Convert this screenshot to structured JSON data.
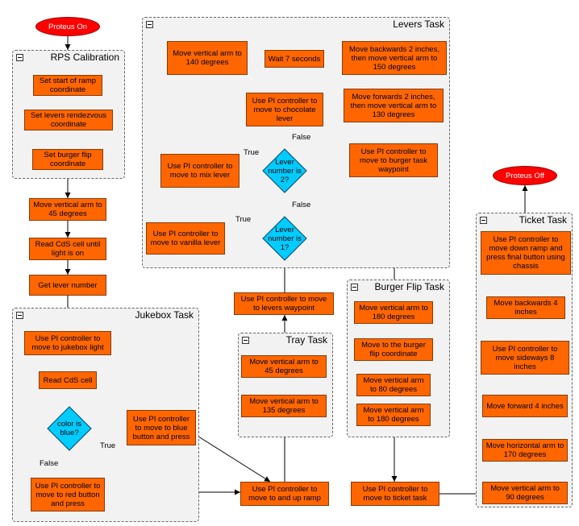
{
  "groups": {
    "rps": "RPS Calibration",
    "levers": "Levers Task",
    "jukebox": "Jukebox Task",
    "tray": "Tray Task",
    "burger": "Burger Flip Task",
    "ticket": "Ticket Task"
  },
  "nodes": {
    "proteus_on": "Proteus On",
    "proteus_off": "Proteus Off",
    "set_ramp": "Set start of ramp coordinate",
    "set_levers_rdv": "Set levers rendezvous coordinate",
    "set_burger": "Set burger flip coordinate",
    "arm_45": "Move vertical arm to 45 degrees",
    "read_cds_light": "Read CdS cell until light is on",
    "get_lever": "Get lever number",
    "jb_light": "Use PI controller to move to jukebox light",
    "read_cds": "Read CdS cell",
    "color_blue": "color is blue?",
    "blue_btn": "Use PI controller to move to blue button and press",
    "red_btn": "Use PI controller to move to red button and press",
    "up_ramp": "Use PI controller to move to and up ramp",
    "tray_45": "Move vertical arm to 45 degrees",
    "tray_135": "Move vertical arm to 135 degrees",
    "levers_wp": "Use PI controller to move to levers waypoint",
    "lever_is_1": "Lever number is 1?",
    "lever_is_2": "Lever number is 2?",
    "vanilla": "Use PI controller to move to vanilla lever",
    "mix": "Use PI controller to move to mix lever",
    "chocolate": "Use PI controller to move to chocolate lever",
    "arm_140": "Move vertical arm to 140 degrees",
    "wait7": "Wait 7 seconds",
    "back2": "Move backwards 2 inches, then move vertical arm to 150 degrees",
    "fwd2": "Move forwards 2 inches, then move vertical arm to 130 degrees",
    "burger_wp": "Use PI controller to move to burger task waypoint",
    "bf_180a": "Move vertical arm to 180 degrees",
    "bf_coord": "Move to the burger flip coordinate",
    "bf_80": "Move vertical arm to 80 degrees",
    "bf_180b": "Move vertical arm to 180 degrees",
    "ticket_task": "Use PI controller to move to ticket task",
    "t_arm90": "Move vertical arm to 90 degrees",
    "t_harm170": "Move horizontal arm to 170 degrees",
    "t_fwd4": "Move forward 4 inches",
    "t_side8": "Use PI controller to move sideways 8 inches",
    "t_back4": "Move backwards 4 inches",
    "t_ramp": "Use PI controller to move down ramp and press final button using chassis"
  },
  "edge_labels": {
    "true": "True",
    "false": "False"
  },
  "colors": {
    "process_fill": "#ff6600",
    "decision_fill": "#00ccff",
    "terminal_fill": "#ff0000",
    "group_fill": "#f2f2f2"
  }
}
